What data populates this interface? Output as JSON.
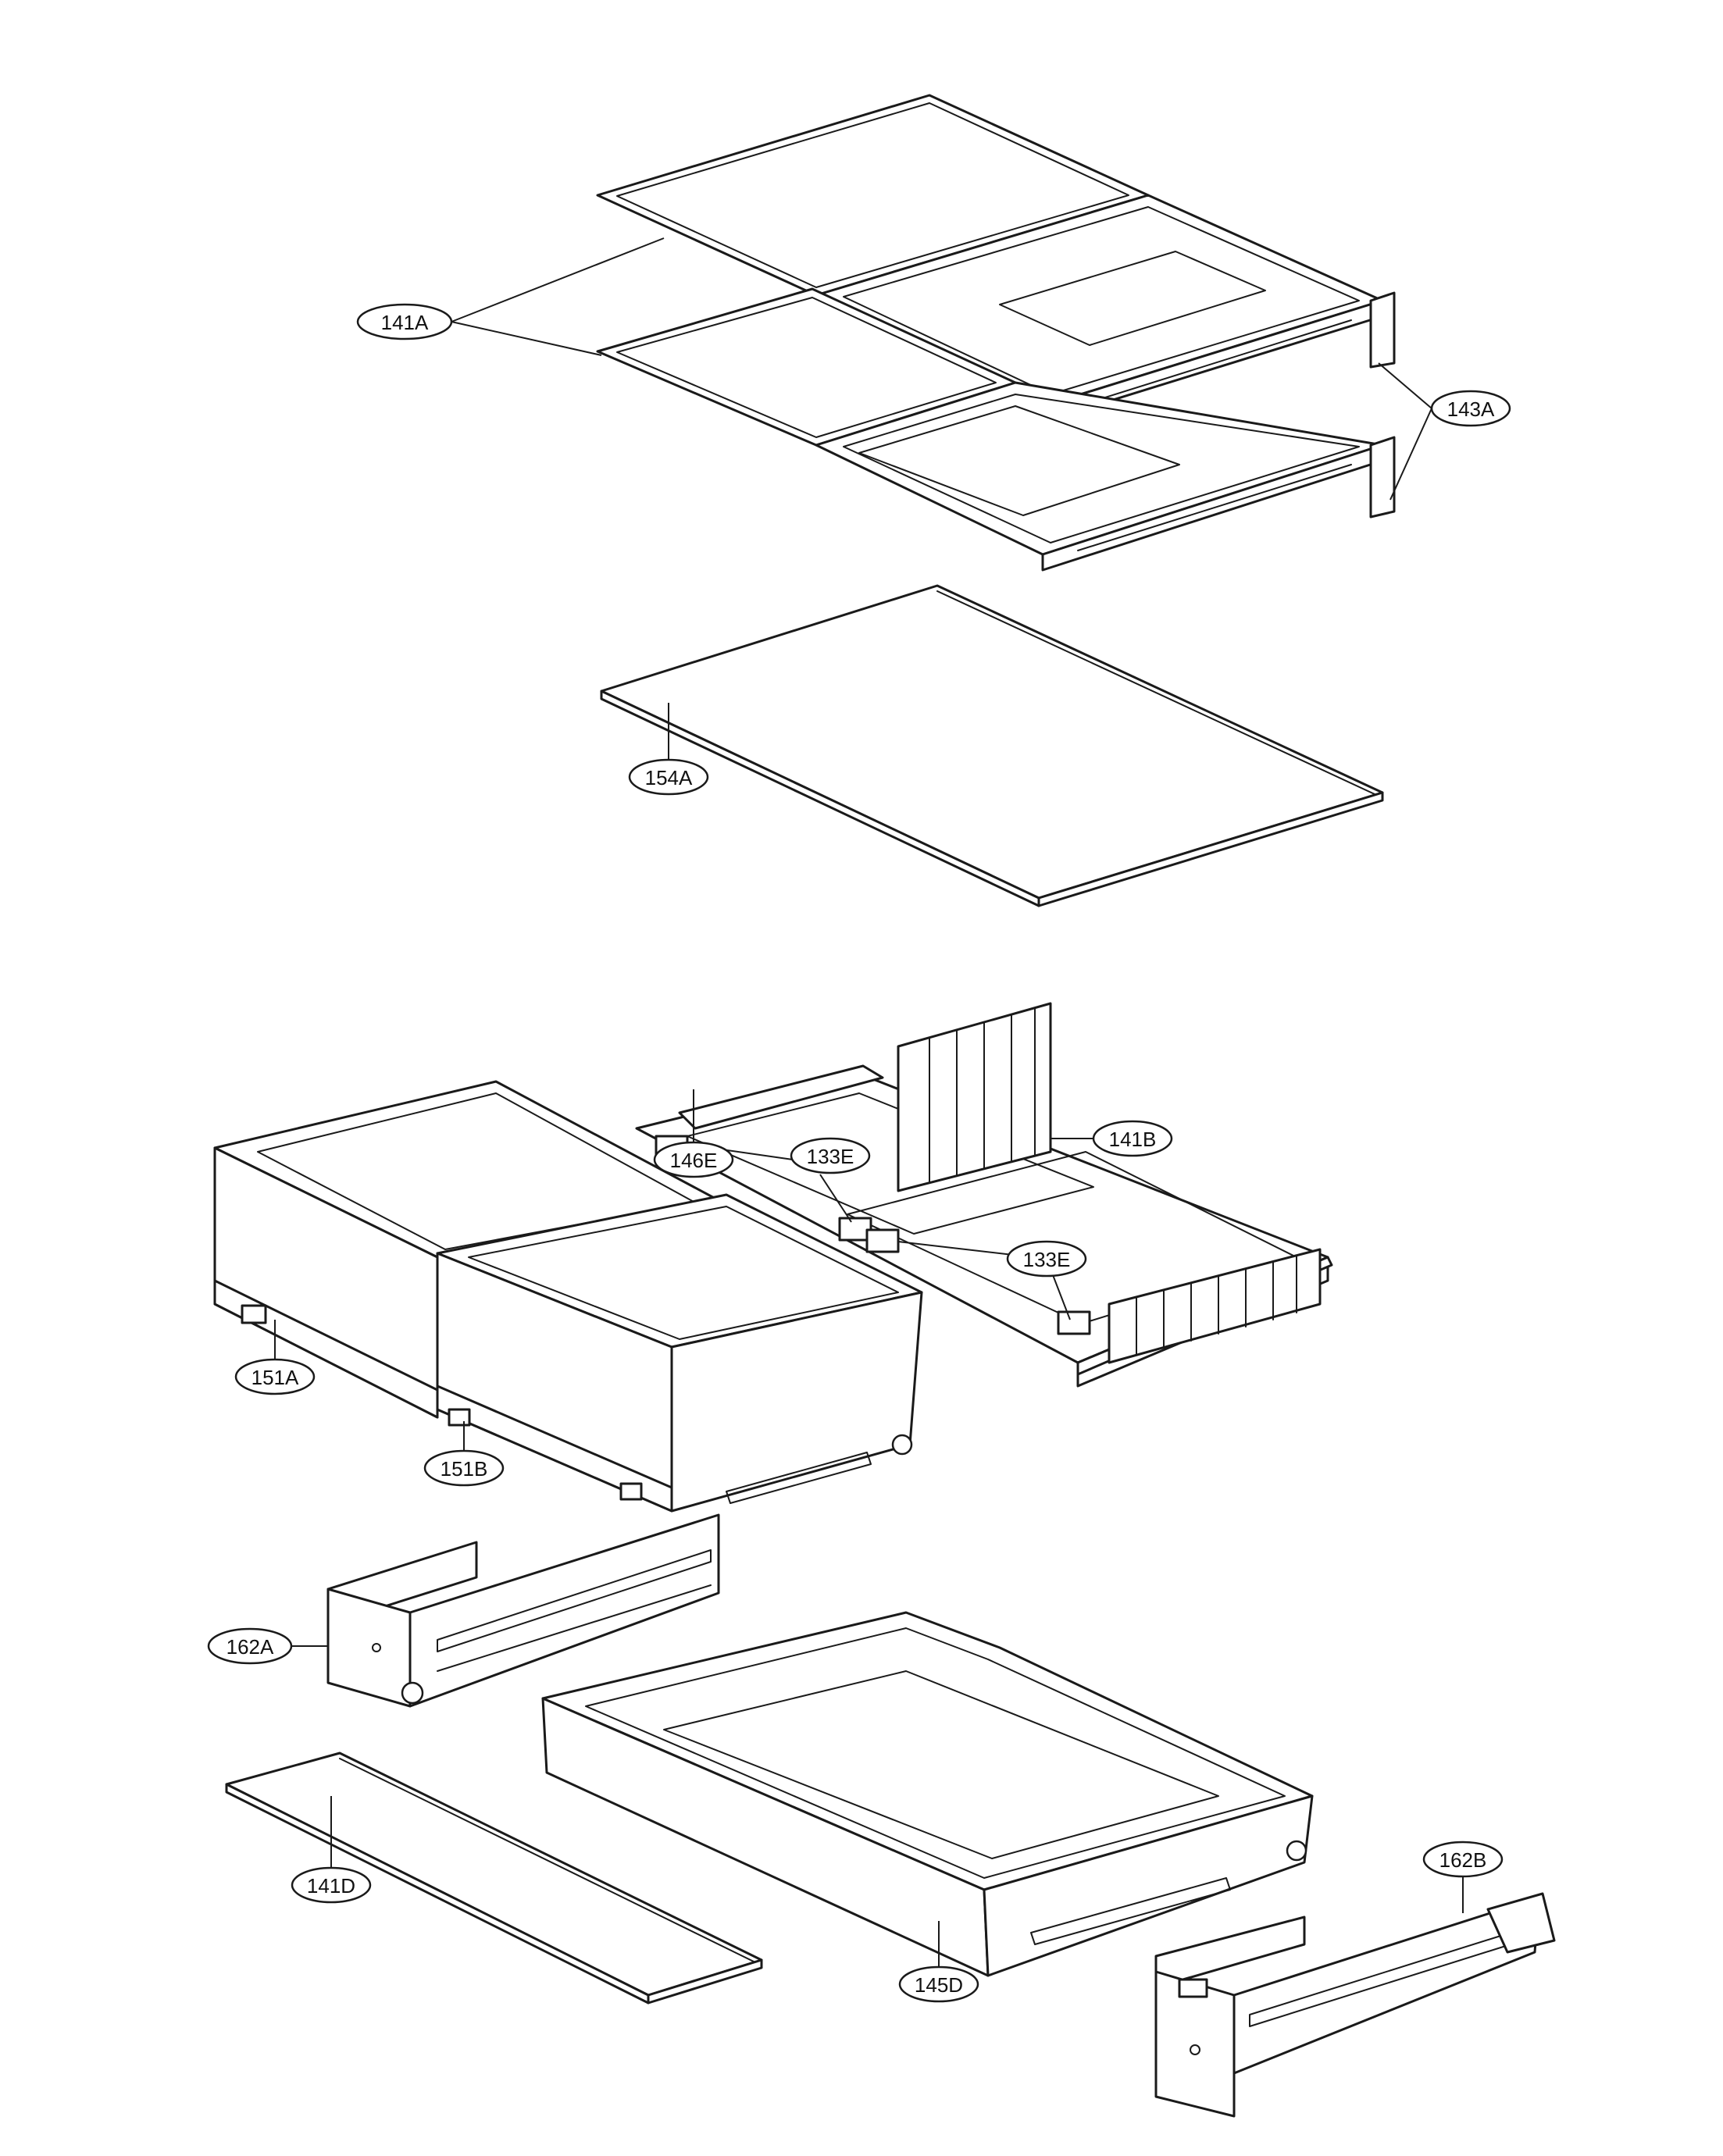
{
  "callouts": {
    "c141A": "141A",
    "c143A": "143A",
    "c154A": "154A",
    "c146E": "146E",
    "c141B": "141B",
    "c133E_1": "133E",
    "c133E_2": "133E",
    "c151A": "151A",
    "c151B": "151B",
    "c162A": "162A",
    "c141D": "141D",
    "c145D": "145D",
    "c162B": "162B"
  }
}
